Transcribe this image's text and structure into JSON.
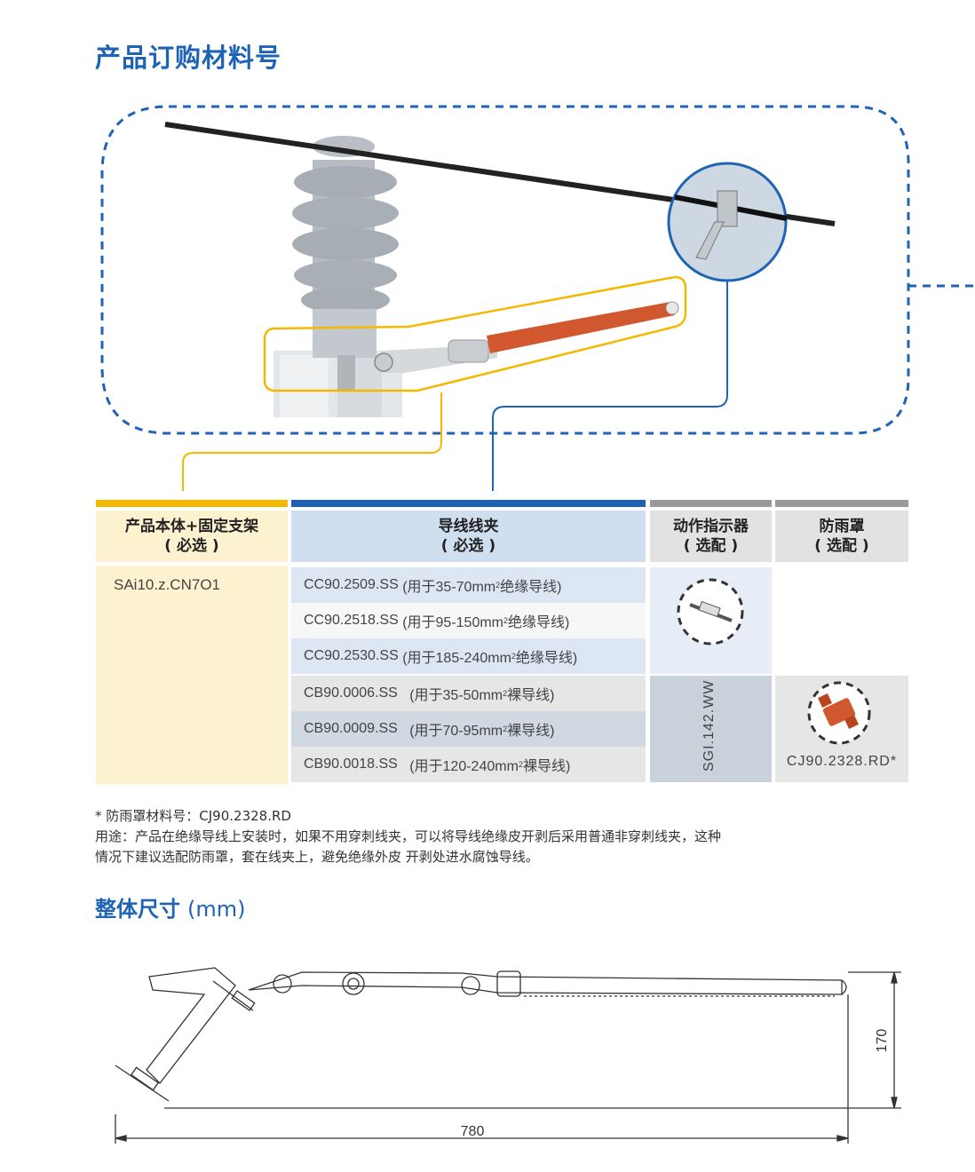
{
  "title": "产品订购材料号",
  "table": {
    "headers": [
      {
        "line1": "产品本体+固定支架",
        "line2": "( 必选 )",
        "color": "#f5b800"
      },
      {
        "line1": "导线线夹",
        "line2": "( 必选 )",
        "color": "#1f5fb5"
      },
      {
        "line1": "动作指示器",
        "line2": "( 选配 )",
        "color": "#9a9a9a"
      },
      {
        "line1": "防雨罩",
        "line2": "( 选配 )",
        "color": "#9a9a9a"
      }
    ],
    "body_code": "SAi10.z.CN7O1",
    "clamps": [
      {
        "code": "CC90.2509.SS",
        "desc_pre": "(用于35-70mm",
        "sup": "2",
        "desc_post": "绝缘导线)"
      },
      {
        "code": "CC90.2518.SS",
        "desc_pre": "(用于95-150mm",
        "sup": "2",
        "desc_post": "绝缘导线)"
      },
      {
        "code": "CC90.2530.SS",
        "desc_pre": "(用于185-240mm",
        "sup": "2",
        "desc_post": "绝缘导线)"
      },
      {
        "code": "CB90.0006.SS",
        "desc_pre": "(用于35-50mm",
        "sup": "2",
        "desc_post": "裸导线)"
      },
      {
        "code": "CB90.0009.SS",
        "desc_pre": "(用于70-95mm",
        "sup": "2",
        "desc_post": "裸导线)"
      },
      {
        "code": "CB90.0018.SS",
        "desc_pre": "(用于120-240mm",
        "sup": "2",
        "desc_post": "裸导线)"
      }
    ],
    "indicator_code": "SGI.142.WW",
    "raincover_code": "CJ90.2328.RD*"
  },
  "notes": {
    "line1": "* 防雨罩材料号：CJ90.2328.RD",
    "line2": "用途：产品在绝缘导线上安装时，如果不用穿刺线夹，可以将导线绝缘皮开剥后采用普通非穿刺线夹，这种",
    "line3": "情况下建议选配防雨罩，套在线夹上，避免绝缘外皮 开剥处进水腐蚀导线。"
  },
  "dimensions": {
    "title": "整体尺寸",
    "unit": "(mm)",
    "width_label": "780",
    "height_label": "170"
  },
  "colors": {
    "accent_blue": "#1f63b5",
    "accent_yellow": "#f5b800",
    "yellow_bg": "#fdf2d0",
    "blue_bg": "#dde7f3",
    "gray_bg": "#e6e6e6",
    "orange_rod": "#d0572e"
  }
}
